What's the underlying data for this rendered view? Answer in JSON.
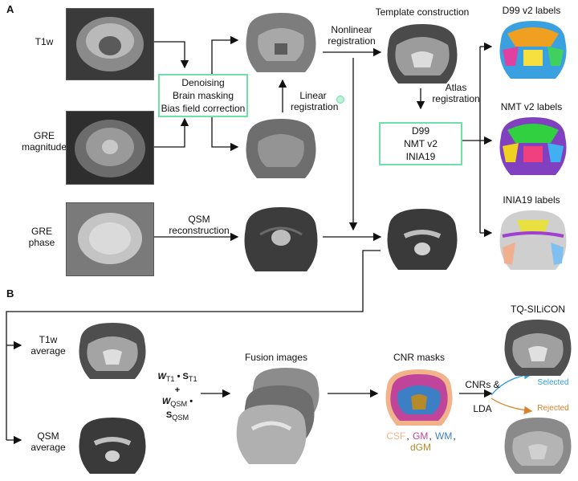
{
  "panel_a": "A",
  "panel_b": "B",
  "inputs": {
    "t1w": "T1w",
    "gre_mag_1": "GRE",
    "gre_mag_2": "magnitude",
    "gre_phase_1": "GRE",
    "gre_phase_2": "phase"
  },
  "preproc_box": [
    "Denoising",
    "Brain masking",
    "Bias field correction"
  ],
  "steps": {
    "nonlinear_1": "Nonlinear",
    "nonlinear_2": "registration",
    "linear_1": "Linear",
    "linear_2": "registration",
    "qsm_1": "QSM",
    "qsm_2": "reconstruction",
    "template": "Template construction",
    "atlas_1": "Atlas",
    "atlas_2": "registration"
  },
  "atlas_box": [
    "D99",
    "NMT v2",
    "INIA19"
  ],
  "label_titles": [
    "D99 v2 labels",
    "NMT v2 labels",
    "INIA19 labels"
  ],
  "panel_b_labels": {
    "t1w_avg_1": "T1w",
    "t1w_avg_2": "average",
    "qsm_avg_1": "QSM",
    "qsm_avg_2": "average",
    "fusion": "Fusion images",
    "cnr_masks": "CNR masks",
    "cnrs": "CNRs &",
    "lda": "LDA",
    "selected": "Selected",
    "rejected": "Rejected",
    "output": "TQ-SILiCON"
  },
  "formula": {
    "w": "W",
    "t1_sub": "T1",
    "s": "S",
    "plus": "+",
    "qsm_sub": "QSM",
    "dot": "•"
  },
  "legend": [
    {
      "text": "CSF",
      "color": "#f2b28a"
    },
    {
      "text": "GM",
      "color": "#c0449a"
    },
    {
      "text": "WM",
      "color": "#3d7fc4"
    },
    {
      "text": "dGM",
      "color": "#b58a2a"
    }
  ],
  "colors": {
    "box_border": "#6ee0a8",
    "selected": "#2a9de0",
    "rejected": "#d9822b"
  }
}
